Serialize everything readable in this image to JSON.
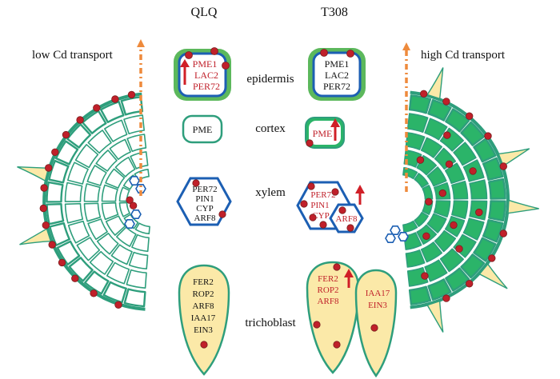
{
  "headers": {
    "left": "QLQ",
    "right": "T308"
  },
  "transport": {
    "left": "low Cd transport",
    "right": "high Cd transport"
  },
  "tissues": {
    "epidermis": "epidermis",
    "cortex": "cortex",
    "xylem": "xylem",
    "trichoblast": "trichoblast"
  },
  "qlq": {
    "epidermis_genes": [
      "PME1",
      "LAC2",
      "PER72"
    ],
    "cortex_gene": "PME",
    "xylem_genes": [
      "PER72",
      "PIN1",
      "CYP",
      "ARF8"
    ],
    "trichoblast_genes": [
      "FER2",
      "ROP2",
      "ARF8",
      "IAA17",
      "EIN3"
    ]
  },
  "t308": {
    "epidermis_genes": [
      "PME1",
      "LAC2",
      "PER72"
    ],
    "cortex_gene": "PME",
    "xylem_main_genes": [
      "PER72",
      "PIN1",
      "CYP"
    ],
    "xylem_side_gene": "ARF8",
    "trichoblast_left_genes": [
      "FER2",
      "ROP2",
      "ARF8"
    ],
    "trichoblast_right_genes": [
      "IAA17",
      "EIN3"
    ]
  },
  "colors": {
    "cell_outline": "#2e9e7c",
    "t308_cell_fill": "#2bb469",
    "epidermis_thick": "#5cb85c",
    "xylem_blue": "#1c5fb3",
    "cd_dot": "#c0202a",
    "arrow_orange": "#ee8a3c",
    "up_arrow": "#d01f27",
    "hair_fill": "#fbe9a8",
    "highlight_text": "#c0202a"
  }
}
